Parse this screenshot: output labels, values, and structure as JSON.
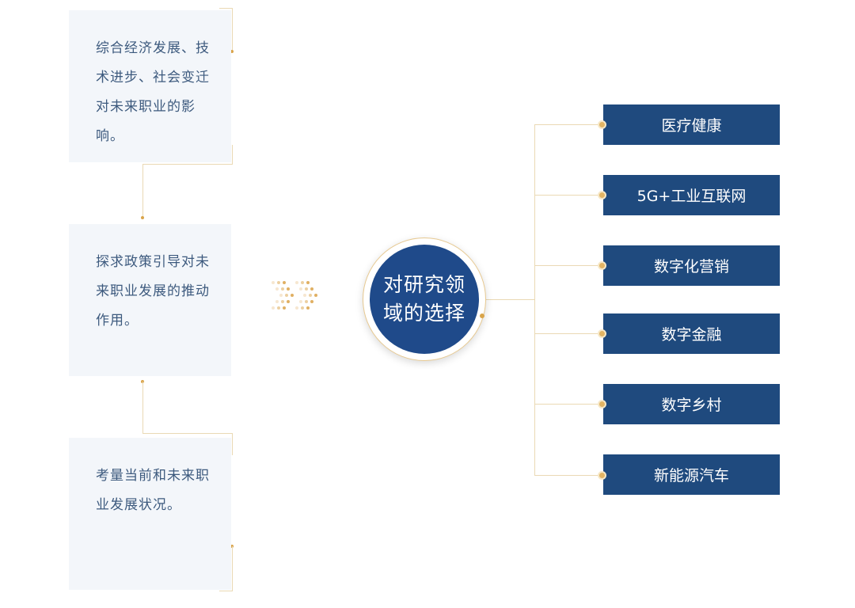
{
  "left_boxes": [
    {
      "text": "综合经济发展、技术进步、社会变迁对未来职业的影响。"
    },
    {
      "text": "探求政策引导对未来职业发展的推动作用。"
    },
    {
      "text": "考量当前和未来职业发展状况。"
    }
  ],
  "center": {
    "text": "对研究领域的选择"
  },
  "right_items": [
    {
      "label": "医疗健康"
    },
    {
      "label": "5G+工业互联网"
    },
    {
      "label": "数字化营销"
    },
    {
      "label": "数字金融"
    },
    {
      "label": "数字乡村"
    },
    {
      "label": "新能源汽车"
    }
  ],
  "colors": {
    "navy": "#1f4a7e",
    "gold": "#e2b464",
    "panel": "#f3f6fa"
  }
}
